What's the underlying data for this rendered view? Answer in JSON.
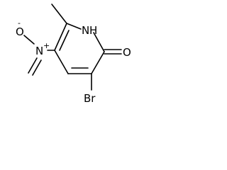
{
  "molecule": {
    "atoms": {
      "nitrogen_ring": "N",
      "ring_hydrogen": "H",
      "carbonyl_oxygen": "O",
      "bromine": "Br",
      "nitro_nitrogen": "N",
      "nitro_oxygen": "O"
    },
    "charges": {
      "nitro_nitrogen_charge": "+",
      "nitro_oxygen_charge": "-"
    }
  }
}
